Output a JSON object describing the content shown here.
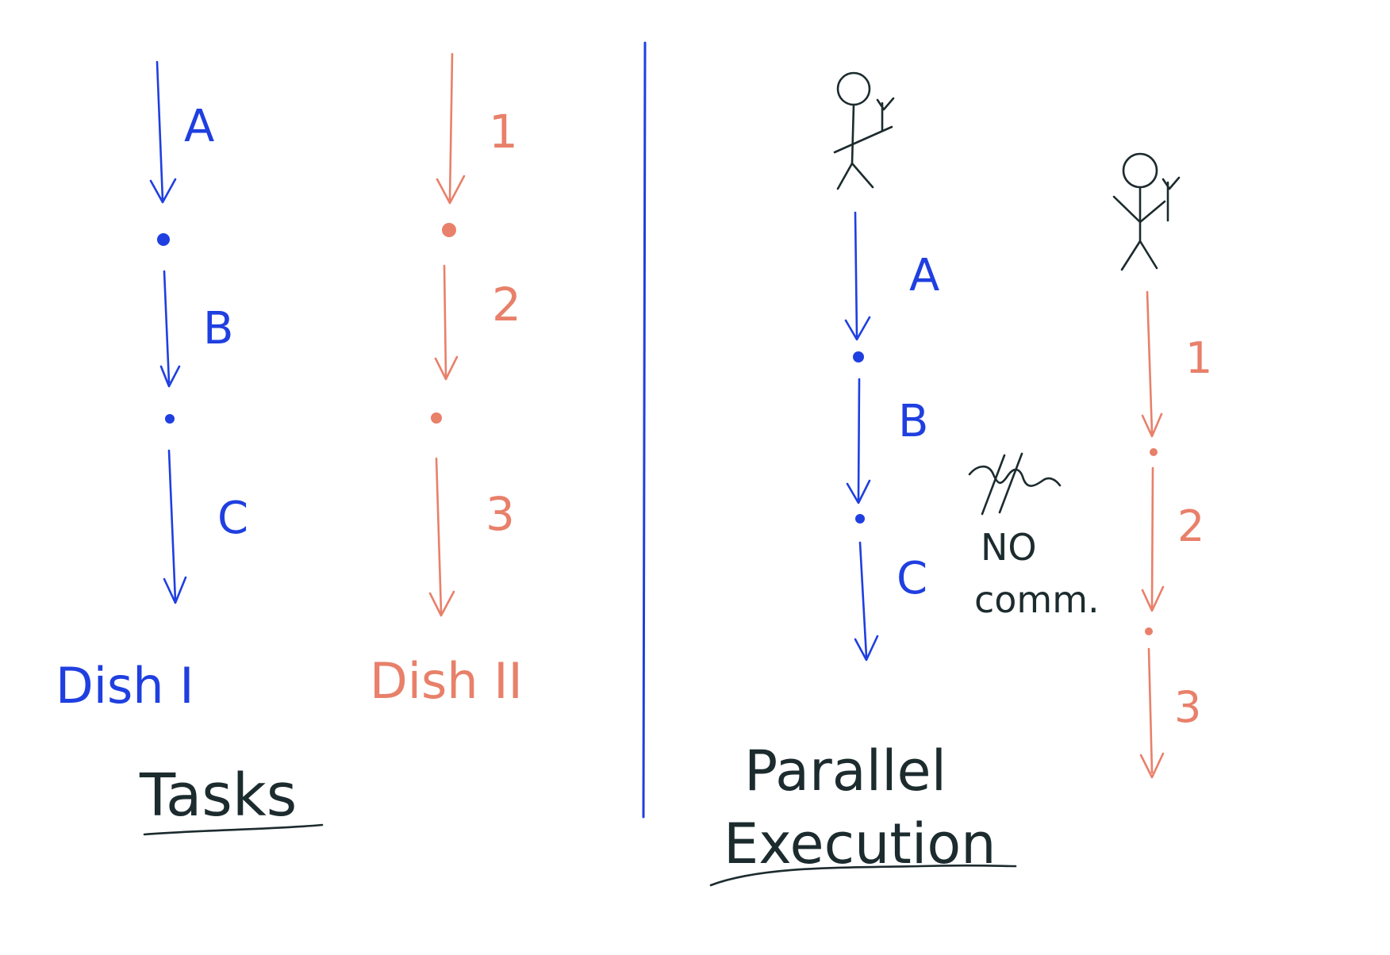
{
  "colors": {
    "blue": "#1f3fe0",
    "salmon": "#e8806a",
    "ink": "#1c2b2e",
    "background": "#ffffff"
  },
  "left_panel": {
    "dish_one": {
      "steps": [
        "A",
        "B",
        "C"
      ],
      "label": "Dish I"
    },
    "dish_two": {
      "steps": [
        "1",
        "2",
        "3"
      ],
      "label": "Dish II"
    },
    "caption": "Tasks"
  },
  "right_panel": {
    "worker_one_steps": [
      "A",
      "B",
      "C"
    ],
    "worker_two_steps": [
      "1",
      "2",
      "3"
    ],
    "no_comm_line1": "NO",
    "no_comm_line2": "comm.",
    "caption_line1": "Parallel",
    "caption_line2": "Execution"
  },
  "icons": [
    "stick-figure-icon",
    "stick-figure-icon",
    "crossed-out-speech-icon"
  ]
}
